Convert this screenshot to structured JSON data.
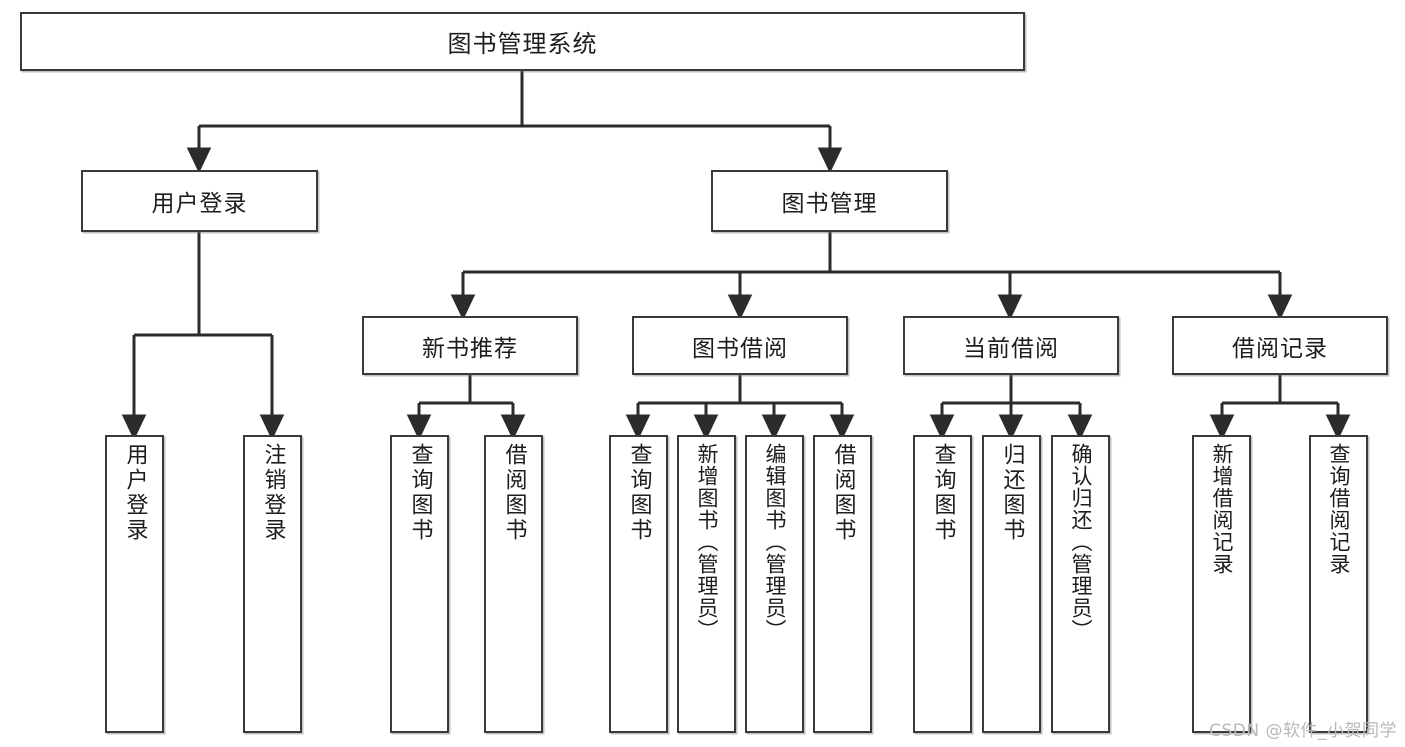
{
  "diagram": {
    "title": "图书管理系统",
    "watermark": "CSDN @软件_小贺同学",
    "colors": {
      "box_border": "#3a3a3a",
      "box_fill": "#ffffff",
      "connector": "#2b2b2b",
      "text": "#1d1d1d",
      "watermark": "#b9b9b9"
    },
    "root": {
      "label": "图书管理系统"
    },
    "level2": [
      {
        "label": "用户登录"
      },
      {
        "label": "图书管理"
      }
    ],
    "level3": [
      {
        "label": "新书推荐"
      },
      {
        "label": "图书借阅"
      },
      {
        "label": "当前借阅"
      },
      {
        "label": "借阅记录"
      }
    ],
    "leaves_user_login": [
      {
        "label": "用户登录"
      },
      {
        "label": "注销登录"
      }
    ],
    "leaves_new_book": [
      {
        "label": "查询图书"
      },
      {
        "label": "借阅图书"
      }
    ],
    "leaves_borrow": [
      {
        "label": "查询图书"
      },
      {
        "label": "新增图书（管理员）"
      },
      {
        "label": "编辑图书（管理员）"
      },
      {
        "label": "借阅图书"
      }
    ],
    "leaves_current": [
      {
        "label": "查询图书"
      },
      {
        "label": "归还图书"
      },
      {
        "label": "确认归还（管理员）"
      }
    ],
    "leaves_record": [
      {
        "label": "新增借阅记录"
      },
      {
        "label": "查询借阅记录"
      }
    ]
  }
}
